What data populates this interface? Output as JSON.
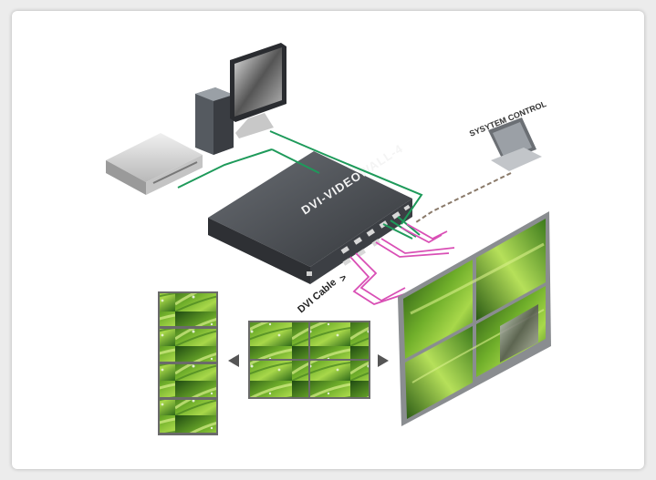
{
  "device": {
    "name": "DVI-VIDEOWALL-4"
  },
  "labels": {
    "cable": "DVI Cable",
    "system_control": "SYSYTEM CONTROL"
  },
  "colors": {
    "background": "#ececec",
    "card": "#ffffff",
    "dvi_cable": "#d94fb5",
    "green_cable": "#1e9a5a",
    "control_line": "#8a7a6a",
    "device_body": "#4a4d52"
  },
  "icons": {
    "arrow_left": "arrow-left-icon",
    "arrow_right": "arrow-right-icon"
  }
}
